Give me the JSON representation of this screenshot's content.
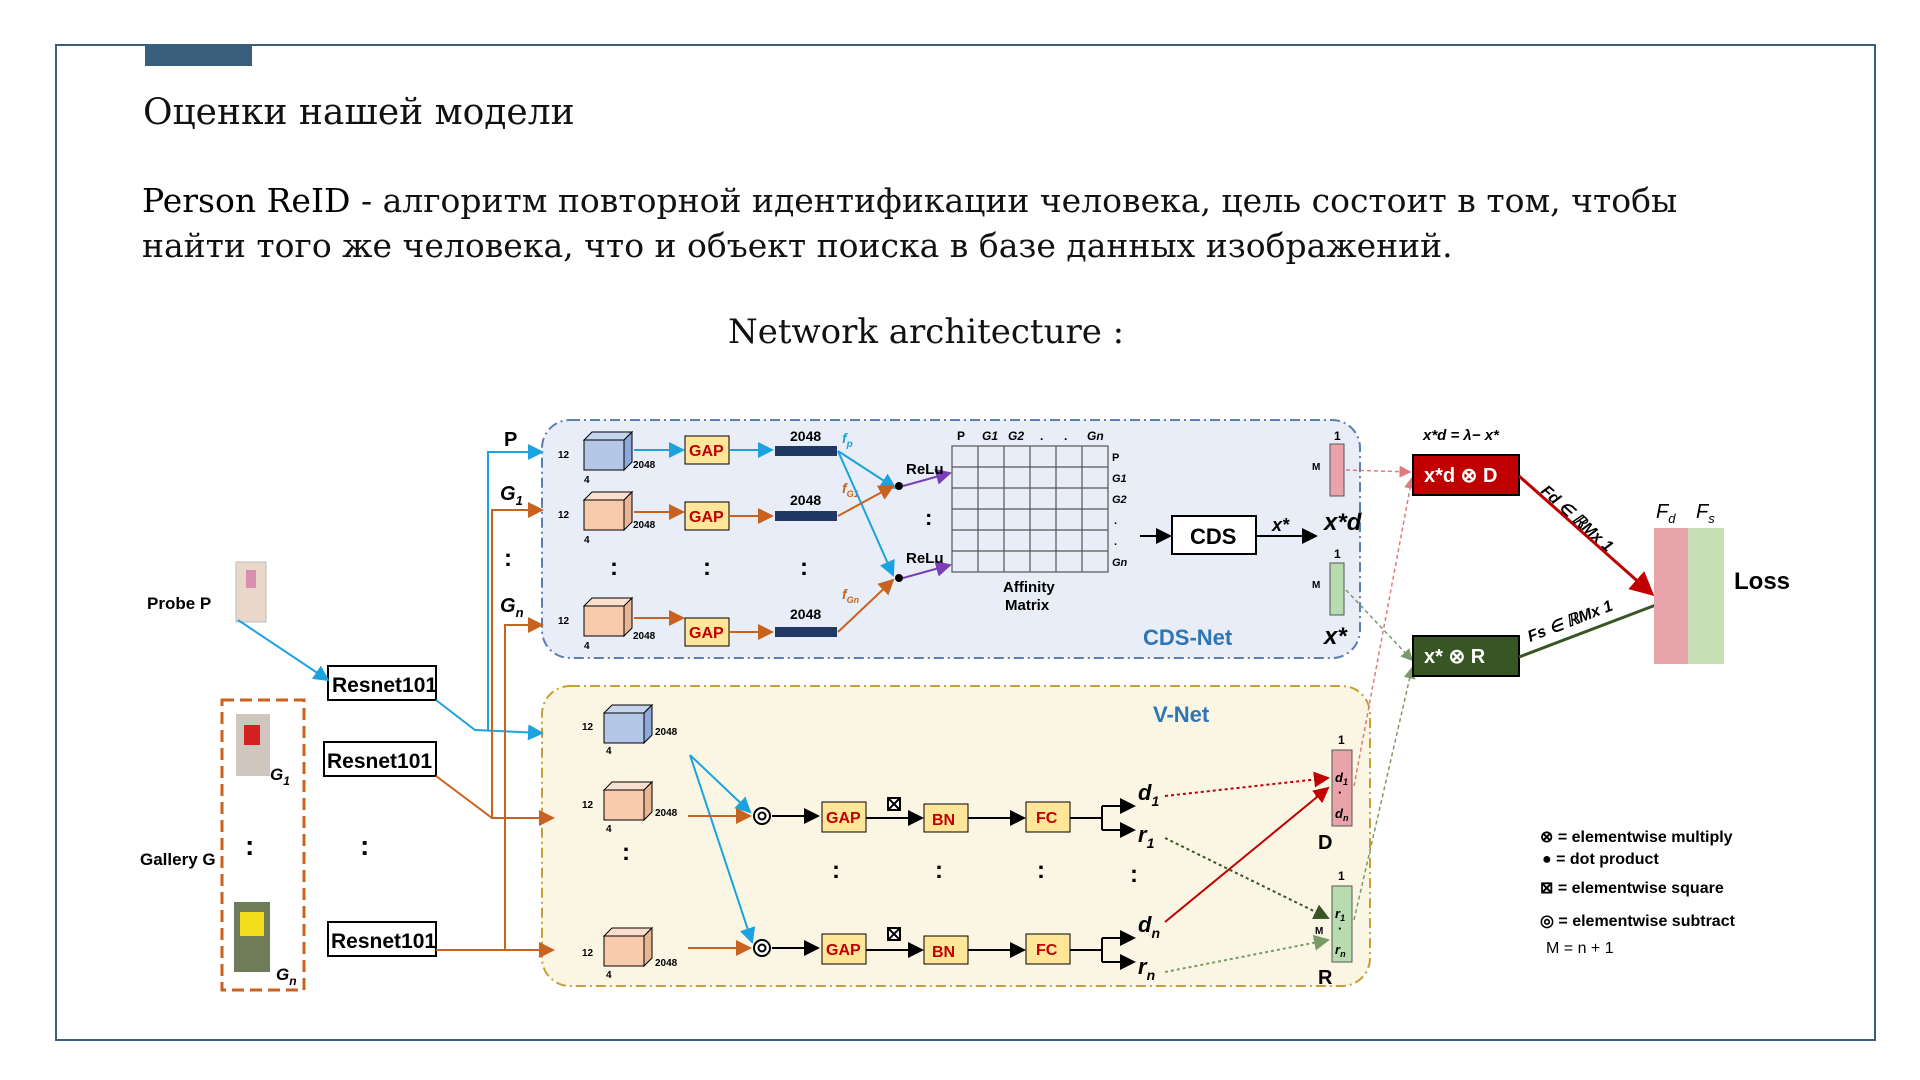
{
  "slide": {
    "title": "Оценки нашей модели",
    "description_bold": "Person ReID",
    "description_rest": " - алгоритм повторной идентификации человека, цель состоит в том, чтобы найти того же человека, что и объект поиска в базе данных изображений.",
    "diagram_title": "Network architecture :"
  },
  "colors": {
    "frame": "#3a5f7d",
    "cds_panel": "#e8edf7",
    "vnet_panel": "#faf6e3",
    "probe_arrow": "#1aa3e0",
    "gallery_arrow": "#c9621e",
    "relu_arrow": "#7a3fb5",
    "red_box": "#c00000",
    "green_box": "#375623",
    "gap_fill": "#ffe699",
    "gap_text": "#c00000",
    "feature_bar": "#1f3864",
    "net_label": "#2e75b6"
  },
  "diagram": {
    "probe_label": "Probe P",
    "gallery_label": "Gallery G",
    "g1": "G",
    "g1_sub": "1",
    "gn": "G",
    "gn_sub": "n",
    "resnet": "Resnet101",
    "p_label": "P",
    "cube_h": "12",
    "cube_w": "4",
    "cube_d": "2048",
    "gap": "GAP",
    "bar_dim": "2048",
    "fp": "f",
    "fp_sub": "p",
    "fg1": "f",
    "fg1_sub": "G1",
    "fgn": "f",
    "fgn_sub": "Gn",
    "relu": "ReLu",
    "affinity": "Affinity",
    "matrix": "Matrix",
    "mat_cols": [
      "P",
      "G1",
      "G2",
      ".",
      ".",
      "Gn"
    ],
    "mat_rows": [
      "P",
      "G1",
      "G2",
      ".",
      ".",
      "Gn"
    ],
    "cds": "CDS",
    "x_star": "x*",
    "xd_star": "x*d",
    "cds_net": "CDS-Net",
    "v_net": "V-Net",
    "bn": "BN",
    "fc": "FC",
    "d1": "d",
    "d1_sub": "1",
    "r1": "r",
    "r1_sub": "1",
    "dn": "d",
    "dn_sub": "n",
    "rn": "r",
    "rn_sub": "n",
    "one": "1",
    "m": "M",
    "d_vec": "D",
    "r_vec": "R",
    "xd_formula": "x*d = λ− x*",
    "xd_box": "x*d ⊗ D",
    "x_box": "x* ⊗ R",
    "fd_label": "Fd ∈ ℝMx 1",
    "fs_label": "Fs ∈ ℝMx 1",
    "fd": "F",
    "fd_sub": "d",
    "fs": "F",
    "fs_sub": "s",
    "loss": "Loss",
    "dots": ":",
    "legend": [
      "⊗ = elementwise multiply",
      "● = dot product",
      "⊠ = elementwise square",
      "◎ = elementwise subtract",
      "M = n + 1"
    ]
  }
}
